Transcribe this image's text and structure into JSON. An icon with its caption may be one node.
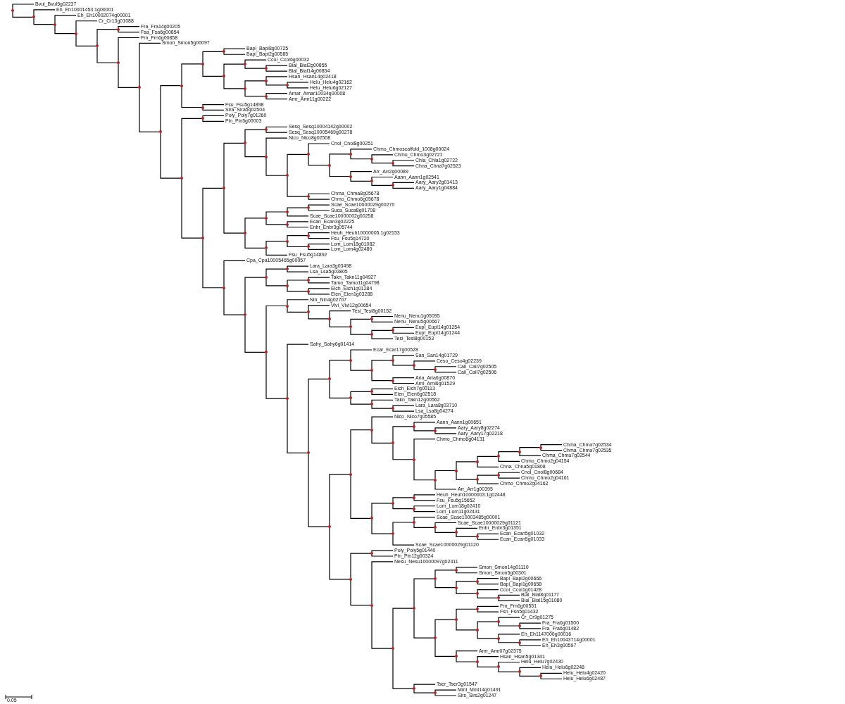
{
  "diagram": {
    "nodes": [
      {
        "text": [
          "Bvul_Bvul5g02237"
        ]
      },
      {
        "text": [
          "Eh_Eh10001453.1g00001"
        ]
      },
      {
        "text": [
          "Eh_Eh10002074g00001"
        ]
      },
      {
        "text": [
          "Cr_Cr13g01088"
        ]
      },
      {
        "text": [
          "Fra_Fra14g00205"
        ]
      },
      {
        "text": [
          "Fsa_Fsa6g00854"
        ]
      },
      {
        "text": [
          "Frn_Frn6g00858"
        ]
      },
      {
        "text": [
          "Smon_Smon5g00097"
        ]
      },
      {
        "text": [
          "Bapi_Bapi8g00725"
        ]
      },
      {
        "text": [
          "Bapi_Bapi2g00585"
        ]
      },
      {
        "text": [
          "Ccoi_Ccoi6g00032"
        ]
      },
      {
        "text": [
          "Bial_Bial2g00855"
        ]
      },
      {
        "text": [
          "Bial_Bial14g00854"
        ]
      },
      {
        "text": [
          "Hsan_Hsan14g02418"
        ]
      },
      {
        "text": [
          "Helu_Helu4g02162"
        ]
      },
      {
        "text": [
          "Helu_Helu6g02127"
        ]
      },
      {
        "text": [
          "Amar_Amar10034g00008"
        ]
      },
      {
        "text": [
          "Amr_Amr11g00222"
        ]
      },
      {
        "text": [
          "Fsu_Fsu5g14898"
        ]
      },
      {
        "text": [
          "Sira_Sira5g02504"
        ]
      },
      {
        "text": [
          "Poly_Poly7g01260"
        ]
      },
      {
        "text": [
          "Pin_Pin5g00003"
        ]
      },
      {
        "text": [
          "Sesq_Sesq10004142g00002"
        ]
      },
      {
        "text": [
          "Sesq_Sesq10005469g00278"
        ]
      },
      {
        "text": [
          "Nico_Nico8g02508"
        ]
      },
      {
        "text": [
          "Cnol_Cnol8g00251"
        ]
      },
      {
        "text": [
          "Chmo_Chmoscaffold_1008g00024"
        ]
      },
      {
        "text": [
          "Chmo_Chmo3g02721"
        ]
      },
      {
        "text": [
          "Chla_Chla1g02722"
        ]
      },
      {
        "text": [
          "Chna_Chna7g02523"
        ]
      },
      {
        "text": [
          "Arr_Arr2g00089"
        ]
      },
      {
        "text": [
          "Aann_Aann1g02541"
        ]
      },
      {
        "text": [
          "Aary_Aary2g01413"
        ]
      },
      {
        "text": [
          "Aary_Aary1g04884"
        ]
      },
      {
        "text": [
          "Chma_Chma8g05678"
        ]
      },
      {
        "text": [
          "Chmo_Chmo6g05678"
        ]
      },
      {
        "text": [
          "Scae_Scae10000029g00270"
        ]
      },
      {
        "text": [
          "Suca_Suca8g01708"
        ]
      },
      {
        "text": [
          "Scae_Scae10000002g00258"
        ]
      },
      {
        "text": [
          "Ecan_Ecan3g02225"
        ]
      },
      {
        "text": [
          "Enbr_Enbr3g05744"
        ]
      },
      {
        "text": [
          "Heuh_Heuh10000005.1g02153"
        ]
      },
      {
        "text": [
          "Fsu_Fsu5g14720"
        ]
      },
      {
        "text": [
          "Lom_Lom18g01082"
        ]
      },
      {
        "text": [
          "Lom_Lom4g02480"
        ]
      },
      {
        "text": [
          "Fsu_Fsu5g14892"
        ]
      },
      {
        "text": [
          "Cpa_Cpa10005465g00057"
        ]
      },
      {
        "text": [
          "Lara_Lara3g03498"
        ]
      },
      {
        "text": [
          "Lsa_Lsa5g03805"
        ]
      },
      {
        "text": [
          "Takn_Takn11g04927"
        ]
      },
      {
        "text": [
          "Tamo_Tamo11g04798"
        ]
      },
      {
        "text": [
          "Eich_Eich1g01284"
        ]
      },
      {
        "text": [
          "Eien_Eien1g03288"
        ]
      },
      {
        "text": [
          "Nin_Nin4g02707"
        ]
      },
      {
        "text": [
          "Vivi_Vivi12g00654"
        ]
      },
      {
        "text": [
          "Tesi_Tesi8g00152"
        ]
      },
      {
        "text": [
          "Nenu_Nenu1g05095"
        ]
      },
      {
        "text": [
          "Nenu_Nenu5g00667"
        ]
      },
      {
        "text": [
          "Eupl_Eupl14g01254"
        ]
      },
      {
        "text": [
          "Eupl_Eupl14g01244"
        ]
      },
      {
        "text": [
          "Tesi_Tesi8g00153"
        ]
      },
      {
        "text": [
          "Sahy_Sahy6g01414"
        ]
      },
      {
        "text": [
          "Ecar_Ecar17g00528"
        ]
      },
      {
        "text": [
          "San_San14g01729"
        ]
      },
      {
        "text": [
          "Ceso_Ceso4g02239"
        ]
      },
      {
        "text": [
          "Cali_Cali7g02505"
        ]
      },
      {
        "text": [
          "Cali_Cali7g02506"
        ]
      },
      {
        "text": [
          "Aria_Aria6g00870"
        ]
      },
      {
        "text": [
          "Arnl_Arnl6g01529"
        ]
      },
      {
        "text": [
          "Eich_Eich7g00113"
        ]
      },
      {
        "text": [
          "Eien_Eien6g02518"
        ]
      },
      {
        "text": [
          "Takn_Takn12g00562"
        ]
      },
      {
        "text": [
          "Lara_Lara8g03710"
        ]
      },
      {
        "text": [
          "Lsa_Lsa8g04274"
        ]
      },
      {
        "text": [
          "Nico_Nico7g05585"
        ]
      },
      {
        "text": [
          "Aann_Aann1g00651"
        ]
      },
      {
        "text": [
          "Aary_Aary8g02274"
        ]
      },
      {
        "text": [
          "Aary_Aary17g02218"
        ]
      },
      {
        "text": [
          "Chmo_Chmo6g04131"
        ]
      },
      {
        "text": [
          "Chma_Chma7g02534"
        ]
      },
      {
        "text": [
          "Chma_Chma7g02535"
        ]
      },
      {
        "text": [
          "Chma_Chma7g02544"
        ]
      },
      {
        "text": [
          "Chmo_Chmo2g04154"
        ]
      },
      {
        "text": [
          "Chna_Chna5g01808"
        ]
      },
      {
        "text": [
          "Cnol_Cnol8g00684"
        ]
      },
      {
        "text": [
          "Chmo_Chmo2g04161"
        ]
      },
      {
        "text": [
          "Chmo_Chmo2g04162"
        ]
      },
      {
        "text": [
          "Arr_Arr1g00395"
        ]
      },
      {
        "text": [
          "Heuh_Heuh10000003.1g02448"
        ]
      },
      {
        "text": [
          "Fsu_Fsu5g15652"
        ]
      },
      {
        "text": [
          "Lom_Lom18g02410"
        ]
      },
      {
        "text": [
          "Lom_Lom11g02431"
        ]
      },
      {
        "text": [
          "Scae_Scae10003485g00001"
        ]
      },
      {
        "text": [
          "Scae_Scae10000029g01121"
        ]
      },
      {
        "text": [
          "Enbr_Enbr3g01351"
        ]
      },
      {
        "text": [
          "Ecan_Ecan5g01032"
        ]
      },
      {
        "text": [
          "Ecan_Ecan5g01033"
        ]
      },
      {
        "text": [
          "Scae_Scae10000029g01120"
        ]
      },
      {
        "text": [
          "Poly_Poly5g01440"
        ]
      },
      {
        "text": [
          "Pin_Pin12g00324"
        ]
      },
      {
        "text": [
          "Nesu_Nesu10000097g02411"
        ]
      },
      {
        "text": [
          "Smon_Smon14g01110"
        ]
      },
      {
        "text": [
          "Smon_Smon5g00301"
        ]
      },
      {
        "text": [
          "Bapi_Bapi2g00666"
        ]
      },
      {
        "text": [
          "Bapi_Bapi1g00658"
        ]
      },
      {
        "text": [
          "Ccoi_Ccoi1g01428"
        ]
      },
      {
        "text": [
          "Bial_Bial8g01177"
        ]
      },
      {
        "text": [
          "Bial_Bial15g01080"
        ]
      },
      {
        "text": [
          "Frn_Frn6g00551"
        ]
      },
      {
        "text": [
          "Fsn_Fsn5g01432"
        ]
      },
      {
        "text": [
          "Cr_Cr9g01275"
        ]
      },
      {
        "text": [
          "Fra_Fra6g01500"
        ]
      },
      {
        "text": [
          "Fra_Fra6g01482"
        ]
      },
      {
        "text": [
          "Eh_Eh1147000g00016"
        ]
      },
      {
        "text": [
          "Eh_Eh10043714g00001"
        ]
      },
      {
        "text": [
          "Eh_Eh3g00597"
        ]
      },
      {
        "text": [
          "Amr_Amr07g02375"
        ]
      },
      {
        "text": [
          "Hsan_Hsan5g01341"
        ]
      },
      {
        "text": [
          "Helu_Helu7g02430"
        ]
      },
      {
        "text": [
          "Helu_Helu6g02248"
        ]
      },
      {
        "text": [
          "Helu_Helu4g02420"
        ]
      },
      {
        "text": [
          "Helu_Helu6g02487"
        ]
      },
      {
        "text": [
          "Tser_Tser3g01547"
        ]
      },
      {
        "text": [
          "Mmi_Mmi14g01491"
        ]
      },
      {
        "text": [
          "Sirs_Sirs2g01247"
        ]
      },
      {
        "text": [],
        "shape": "dot"
      },
      {
        "text": [],
        "shape": "dot"
      },
      {
        "text": [],
        "shape": "dot"
      },
      {
        "text": [],
        "shape": "dot"
      },
      {
        "text": [],
        "shape": "dot"
      },
      {
        "text": [],
        "shape": "dot"
      },
      {
        "text": [],
        "shape": "dot"
      },
      {
        "text": [],
        "shape": "dot"
      },
      {
        "text": [],
        "shape": "dot"
      },
      {
        "text": [],
        "shape": "dot"
      },
      {
        "text": [],
        "shape": "dot"
      },
      {
        "text": [],
        "shape": "dot"
      },
      {
        "text": [],
        "shape": "dot"
      },
      {
        "text": [],
        "shape": "dot"
      },
      {
        "text": [],
        "shape": "dot"
      },
      {
        "text": [],
        "shape": "dot"
      },
      {
        "text": [],
        "shape": "dot"
      },
      {
        "text": [],
        "shape": "dot"
      },
      {
        "text": [],
        "shape": "dot"
      },
      {
        "text": [],
        "shape": "dot"
      },
      {
        "text": [],
        "shape": "dot"
      },
      {
        "text": [],
        "shape": "dot"
      },
      {
        "text": [],
        "shape": "dot"
      },
      {
        "text": [],
        "shape": "dot"
      },
      {
        "text": [],
        "shape": "dot"
      },
      {
        "text": [],
        "shape": "dot"
      },
      {
        "text": [],
        "shape": "dot"
      },
      {
        "text": [],
        "shape": "dot"
      },
      {
        "text": [],
        "shape": "dot"
      },
      {
        "text": [],
        "shape": "dot"
      },
      {
        "text": [],
        "shape": "dot"
      },
      {
        "text": [],
        "shape": "dot"
      },
      {
        "text": [],
        "shape": "dot"
      },
      {
        "text": [],
        "shape": "dot"
      },
      {
        "text": [],
        "shape": "dot"
      },
      {
        "text": [],
        "shape": "dot"
      },
      {
        "text": [],
        "shape": "dot"
      },
      {
        "text": [],
        "shape": "dot"
      },
      {
        "text": [],
        "shape": "dot"
      },
      {
        "text": [],
        "shape": "dot"
      },
      {
        "text": [],
        "shape": "dot"
      },
      {
        "text": [],
        "shape": "dot"
      },
      {
        "text": [],
        "shape": "dot"
      },
      {
        "text": [],
        "shape": "dot"
      },
      {
        "text": [],
        "shape": "dot"
      },
      {
        "text": [],
        "shape": "dot"
      },
      {
        "text": [],
        "shape": "dot"
      },
      {
        "text": [],
        "shape": "dot"
      },
      {
        "text": [],
        "shape": "dot"
      },
      {
        "text": [],
        "shape": "dot"
      },
      {
        "text": [],
        "shape": "dot"
      },
      {
        "text": [],
        "shape": "dot"
      },
      {
        "text": [],
        "shape": "dot"
      },
      {
        "text": [],
        "shape": "dot"
      },
      {
        "text": [],
        "shape": "dot"
      },
      {
        "text": [],
        "shape": "dot"
      },
      {
        "text": [],
        "shape": "dot"
      },
      {
        "text": [],
        "shape": "dot"
      },
      {
        "text": [],
        "shape": "dot"
      },
      {
        "text": [],
        "shape": "dot"
      },
      {
        "text": [],
        "shape": "dot"
      },
      {
        "text": [],
        "shape": "dot"
      },
      {
        "text": [],
        "shape": "dot"
      },
      {
        "text": [],
        "shape": "dot"
      },
      {
        "text": [],
        "shape": "dot"
      },
      {
        "text": [],
        "shape": "dot"
      },
      {
        "text": [],
        "shape": "dot"
      },
      {
        "text": [],
        "shape": "dot"
      },
      {
        "text": [],
        "shape": "dot"
      },
      {
        "text": [],
        "shape": "dot"
      },
      {
        "text": [],
        "shape": "dot"
      },
      {
        "text": [],
        "shape": "dot"
      },
      {
        "text": [],
        "shape": "dot"
      },
      {
        "text": [],
        "shape": "dot"
      },
      {
        "text": [],
        "shape": "dot"
      },
      {
        "text": [],
        "shape": "dot"
      },
      {
        "text": [],
        "shape": "dot"
      },
      {
        "text": [],
        "shape": "dot"
      },
      {
        "text": [],
        "shape": "dot"
      },
      {
        "text": [],
        "shape": "dot"
      },
      {
        "text": [],
        "shape": "dot"
      },
      {
        "text": [],
        "shape": "dot"
      },
      {
        "text": [],
        "shape": "dot"
      },
      {
        "text": [],
        "shape": "dot"
      },
      {
        "text": [],
        "shape": "dot"
      },
      {
        "text": [],
        "shape": "dot"
      },
      {
        "text": [],
        "shape": "dot"
      },
      {
        "text": [],
        "shape": "dot"
      },
      {
        "text": [],
        "shape": "dot"
      },
      {
        "text": [],
        "shape": "dot"
      },
      {
        "text": [],
        "shape": "dot"
      },
      {
        "text": [],
        "shape": "dot"
      },
      {
        "text": [],
        "shape": "dot"
      },
      {
        "text": [],
        "shape": "dot"
      },
      {
        "text": [],
        "shape": "dot"
      },
      {
        "text": [],
        "shape": "dot"
      },
      {
        "text": [],
        "shape": "dot"
      },
      {
        "text": [],
        "shape": "dot"
      },
      {
        "text": [],
        "shape": "dot"
      },
      {
        "text": [],
        "shape": "dot"
      },
      {
        "text": [],
        "shape": "dot"
      },
      {
        "text": [],
        "shape": "dot"
      },
      {
        "text": [],
        "shape": "dot"
      },
      {
        "text": [],
        "shape": "dot"
      },
      {
        "text": [],
        "shape": "dot"
      },
      {
        "text": [],
        "shape": "dot"
      },
      {
        "text": [],
        "shape": "dot"
      },
      {
        "text": [],
        "shape": "dot"
      },
      {
        "text": [],
        "shape": "dot"
      },
      {
        "text": [],
        "shape": "dot"
      },
      {
        "text": [],
        "shape": "dot"
      },
      {
        "text": [],
        "shape": "dot"
      },
      {
        "text": [],
        "shape": "dot"
      },
      {
        "text": [],
        "shape": "dot"
      },
      {
        "text": [],
        "shape": "dot"
      },
      {
        "text": [],
        "shape": "dot"
      },
      {
        "text": [],
        "shape": "dot"
      },
      {
        "text": [],
        "shape": "dot"
      },
      {
        "text": [],
        "shape": "dot"
      },
      {
        "text": [],
        "shape": "dot"
      },
      {
        "text": [],
        "shape": "dot"
      },
      {
        "text": [],
        "shape": "dot"
      },
      {
        "text": [],
        "shape": "dot"
      },
      {
        "text": [],
        "shape": "dot"
      }
    ],
    "edges": [
      {
        "from": 125,
        "to": 0,
        "arrow": "none"
      },
      {
        "from": 125,
        "to": 126,
        "arrow": "none"
      },
      {
        "from": 126,
        "to": 1,
        "arrow": "none"
      },
      {
        "from": 126,
        "to": 127,
        "arrow": "none"
      },
      {
        "from": 127,
        "to": 2,
        "arrow": "none"
      },
      {
        "from": 127,
        "to": 128,
        "arrow": "none"
      },
      {
        "from": 128,
        "to": 3,
        "arrow": "none"
      },
      {
        "from": 128,
        "to": 129,
        "arrow": "none"
      },
      {
        "from": 129,
        "to": 130,
        "arrow": "none"
      },
      {
        "from": 129,
        "to": 131,
        "arrow": "none"
      },
      {
        "from": 130,
        "to": 4,
        "arrow": "none"
      },
      {
        "from": 130,
        "to": 5,
        "arrow": "none"
      },
      {
        "from": 131,
        "to": 6,
        "arrow": "none"
      },
      {
        "from": 131,
        "to": 132,
        "arrow": "none"
      },
      {
        "from": 132,
        "to": 7,
        "arrow": "none"
      },
      {
        "from": 132,
        "to": 133,
        "arrow": "none"
      },
      {
        "from": 133,
        "to": 134,
        "arrow": "none"
      },
      {
        "from": 133,
        "to": 145,
        "arrow": "none"
      },
      {
        "from": 134,
        "to": 135,
        "arrow": "none"
      },
      {
        "from": 134,
        "to": 144,
        "arrow": "none"
      },
      {
        "from": 135,
        "to": 136,
        "arrow": "none"
      },
      {
        "from": 135,
        "to": 137,
        "arrow": "none"
      },
      {
        "from": 136,
        "to": 8,
        "arrow": "none"
      },
      {
        "from": 136,
        "to": 9,
        "arrow": "none"
      },
      {
        "from": 137,
        "to": 138,
        "arrow": "none"
      },
      {
        "from": 137,
        "to": 140,
        "arrow": "none"
      },
      {
        "from": 138,
        "to": 10,
        "arrow": "none"
      },
      {
        "from": 138,
        "to": 139,
        "arrow": "none"
      },
      {
        "from": 139,
        "to": 11,
        "arrow": "none"
      },
      {
        "from": 139,
        "to": 12,
        "arrow": "none"
      },
      {
        "from": 140,
        "to": 141,
        "arrow": "none"
      },
      {
        "from": 140,
        "to": 143,
        "arrow": "none"
      },
      {
        "from": 141,
        "to": 13,
        "arrow": "none"
      },
      {
        "from": 141,
        "to": 142,
        "arrow": "none"
      },
      {
        "from": 142,
        "to": 14,
        "arrow": "none"
      },
      {
        "from": 142,
        "to": 15,
        "arrow": "none"
      },
      {
        "from": 143,
        "to": 16,
        "arrow": "none"
      },
      {
        "from": 143,
        "to": 17,
        "arrow": "none"
      },
      {
        "from": 144,
        "to": 18,
        "arrow": "none"
      },
      {
        "from": 144,
        "to": 19,
        "arrow": "none"
      },
      {
        "from": 145,
        "to": 146,
        "arrow": "none"
      },
      {
        "from": 145,
        "to": 147,
        "arrow": "none"
      },
      {
        "from": 146,
        "to": 20,
        "arrow": "none"
      },
      {
        "from": 146,
        "to": 21,
        "arrow": "none"
      },
      {
        "from": 147,
        "to": 148,
        "arrow": "none"
      },
      {
        "from": 147,
        "to": 171,
        "arrow": "none"
      },
      {
        "from": 148,
        "to": 149,
        "arrow": "none"
      },
      {
        "from": 148,
        "to": 162,
        "arrow": "none"
      },
      {
        "from": 149,
        "to": 150,
        "arrow": "none"
      },
      {
        "from": 149,
        "to": 151,
        "arrow": "none"
      },
      {
        "from": 150,
        "to": 22,
        "arrow": "none"
      },
      {
        "from": 150,
        "to": 23,
        "arrow": "none"
      },
      {
        "from": 151,
        "to": 24,
        "arrow": "none"
      },
      {
        "from": 151,
        "to": 152,
        "arrow": "none"
      },
      {
        "from": 152,
        "to": 153,
        "arrow": "none"
      },
      {
        "from": 152,
        "to": 161,
        "arrow": "none"
      },
      {
        "from": 153,
        "to": 25,
        "arrow": "none"
      },
      {
        "from": 153,
        "to": 154,
        "arrow": "none"
      },
      {
        "from": 154,
        "to": 155,
        "arrow": "none"
      },
      {
        "from": 154,
        "to": 158,
        "arrow": "none"
      },
      {
        "from": 155,
        "to": 26,
        "arrow": "none"
      },
      {
        "from": 155,
        "to": 156,
        "arrow": "none"
      },
      {
        "from": 156,
        "to": 27,
        "arrow": "none"
      },
      {
        "from": 156,
        "to": 157,
        "arrow": "none"
      },
      {
        "from": 157,
        "to": 28,
        "arrow": "none"
      },
      {
        "from": 157,
        "to": 29,
        "arrow": "none"
      },
      {
        "from": 158,
        "to": 30,
        "arrow": "none"
      },
      {
        "from": 158,
        "to": 159,
        "arrow": "none"
      },
      {
        "from": 159,
        "to": 31,
        "arrow": "none"
      },
      {
        "from": 159,
        "to": 160,
        "arrow": "none"
      },
      {
        "from": 160,
        "to": 32,
        "arrow": "none"
      },
      {
        "from": 160,
        "to": 33,
        "arrow": "none"
      },
      {
        "from": 161,
        "to": 34,
        "arrow": "none"
      },
      {
        "from": 161,
        "to": 35,
        "arrow": "none"
      },
      {
        "from": 162,
        "to": 163,
        "arrow": "none"
      },
      {
        "from": 162,
        "to": 167,
        "arrow": "none"
      },
      {
        "from": 163,
        "to": 164,
        "arrow": "none"
      },
      {
        "from": 163,
        "to": 166,
        "arrow": "none"
      },
      {
        "from": 164,
        "to": 165,
        "arrow": "none"
      },
      {
        "from": 164,
        "to": 38,
        "arrow": "none"
      },
      {
        "from": 165,
        "to": 36,
        "arrow": "none"
      },
      {
        "from": 165,
        "to": 37,
        "arrow": "none"
      },
      {
        "from": 166,
        "to": 39,
        "arrow": "none"
      },
      {
        "from": 166,
        "to": 40,
        "arrow": "none"
      },
      {
        "from": 167,
        "to": 168,
        "arrow": "none"
      },
      {
        "from": 167,
        "to": 45,
        "arrow": "none"
      },
      {
        "from": 168,
        "to": 169,
        "arrow": "none"
      },
      {
        "from": 168,
        "to": 170,
        "arrow": "none"
      },
      {
        "from": 169,
        "to": 41,
        "arrow": "none"
      },
      {
        "from": 169,
        "to": 42,
        "arrow": "none"
      },
      {
        "from": 170,
        "to": 43,
        "arrow": "none"
      },
      {
        "from": 170,
        "to": 44,
        "arrow": "none"
      },
      {
        "from": 171,
        "to": 46,
        "arrow": "none"
      },
      {
        "from": 171,
        "to": 172,
        "arrow": "none"
      },
      {
        "from": 172,
        "to": 173,
        "arrow": "none"
      },
      {
        "from": 172,
        "to": 178,
        "arrow": "none"
      },
      {
        "from": 173,
        "to": 174,
        "arrow": "none"
      },
      {
        "from": 173,
        "to": 175,
        "arrow": "none"
      },
      {
        "from": 174,
        "to": 47,
        "arrow": "none"
      },
      {
        "from": 174,
        "to": 48,
        "arrow": "none"
      },
      {
        "from": 175,
        "to": 176,
        "arrow": "none"
      },
      {
        "from": 175,
        "to": 177,
        "arrow": "none"
      },
      {
        "from": 176,
        "to": 49,
        "arrow": "none"
      },
      {
        "from": 176,
        "to": 50,
        "arrow": "none"
      },
      {
        "from": 177,
        "to": 51,
        "arrow": "none"
      },
      {
        "from": 177,
        "to": 52,
        "arrow": "none"
      },
      {
        "from": 178,
        "to": 179,
        "arrow": "none"
      },
      {
        "from": 178,
        "to": 186,
        "arrow": "none"
      },
      {
        "from": 179,
        "to": 53,
        "arrow": "none"
      },
      {
        "from": 179,
        "to": 180,
        "arrow": "none"
      },
      {
        "from": 180,
        "to": 54,
        "arrow": "none"
      },
      {
        "from": 180,
        "to": 181,
        "arrow": "none"
      },
      {
        "from": 181,
        "to": 55,
        "arrow": "none"
      },
      {
        "from": 181,
        "to": 182,
        "arrow": "none"
      },
      {
        "from": 182,
        "to": 183,
        "arrow": "none"
      },
      {
        "from": 182,
        "to": 184,
        "arrow": "none"
      },
      {
        "from": 183,
        "to": 56,
        "arrow": "none"
      },
      {
        "from": 183,
        "to": 57,
        "arrow": "none"
      },
      {
        "from": 184,
        "to": 185,
        "arrow": "none"
      },
      {
        "from": 184,
        "to": 60,
        "arrow": "none"
      },
      {
        "from": 185,
        "to": 58,
        "arrow": "none"
      },
      {
        "from": 185,
        "to": 59,
        "arrow": "none"
      },
      {
        "from": 186,
        "to": 61,
        "arrow": "none"
      },
      {
        "from": 186,
        "to": 187,
        "arrow": "none"
      },
      {
        "from": 187,
        "to": 188,
        "arrow": "none"
      },
      {
        "from": 187,
        "to": 199,
        "arrow": "none"
      },
      {
        "from": 188,
        "to": 189,
        "arrow": "none"
      },
      {
        "from": 188,
        "to": 195,
        "arrow": "none"
      },
      {
        "from": 189,
        "to": 62,
        "arrow": "none"
      },
      {
        "from": 189,
        "to": 190,
        "arrow": "none"
      },
      {
        "from": 190,
        "to": 191,
        "arrow": "none"
      },
      {
        "from": 190,
        "to": 194,
        "arrow": "none"
      },
      {
        "from": 191,
        "to": 63,
        "arrow": "none"
      },
      {
        "from": 191,
        "to": 192,
        "arrow": "none"
      },
      {
        "from": 192,
        "to": 64,
        "arrow": "none"
      },
      {
        "from": 192,
        "to": 193,
        "arrow": "none"
      },
      {
        "from": 193,
        "to": 65,
        "arrow": "none"
      },
      {
        "from": 193,
        "to": 66,
        "arrow": "none"
      },
      {
        "from": 194,
        "to": 67,
        "arrow": "none"
      },
      {
        "from": 194,
        "to": 68,
        "arrow": "none"
      },
      {
        "from": 195,
        "to": 196,
        "arrow": "none"
      },
      {
        "from": 195,
        "to": 197,
        "arrow": "none"
      },
      {
        "from": 196,
        "to": 69,
        "arrow": "none"
      },
      {
        "from": 196,
        "to": 70,
        "arrow": "none"
      },
      {
        "from": 197,
        "to": 71,
        "arrow": "none"
      },
      {
        "from": 197,
        "to": 198,
        "arrow": "none"
      },
      {
        "from": 198,
        "to": 72,
        "arrow": "none"
      },
      {
        "from": 198,
        "to": 73,
        "arrow": "none"
      },
      {
        "from": 199,
        "to": 200,
        "arrow": "none"
      },
      {
        "from": 199,
        "to": 223,
        "arrow": "none"
      },
      {
        "from": 200,
        "to": 201,
        "arrow": "none"
      },
      {
        "from": 200,
        "to": 214,
        "arrow": "none"
      },
      {
        "from": 201,
        "to": 74,
        "arrow": "none"
      },
      {
        "from": 201,
        "to": 202,
        "arrow": "none"
      },
      {
        "from": 202,
        "to": 203,
        "arrow": "none"
      },
      {
        "from": 202,
        "to": 205,
        "arrow": "none"
      },
      {
        "from": 203,
        "to": 75,
        "arrow": "none"
      },
      {
        "from": 203,
        "to": 204,
        "arrow": "none"
      },
      {
        "from": 204,
        "to": 76,
        "arrow": "none"
      },
      {
        "from": 204,
        "to": 77,
        "arrow": "none"
      },
      {
        "from": 205,
        "to": 78,
        "arrow": "none"
      },
      {
        "from": 205,
        "to": 206,
        "arrow": "none"
      },
      {
        "from": 206,
        "to": 207,
        "arrow": "none"
      },
      {
        "from": 206,
        "to": 87,
        "arrow": "none"
      },
      {
        "from": 207,
        "to": 208,
        "arrow": "none"
      },
      {
        "from": 207,
        "to": 212,
        "arrow": "none"
      },
      {
        "from": 208,
        "to": 209,
        "arrow": "none"
      },
      {
        "from": 208,
        "to": 83,
        "arrow": "none"
      },
      {
        "from": 209,
        "to": 210,
        "arrow": "none"
      },
      {
        "from": 209,
        "to": 82,
        "arrow": "none"
      },
      {
        "from": 210,
        "to": 211,
        "arrow": "none"
      },
      {
        "from": 210,
        "to": 81,
        "arrow": "none"
      },
      {
        "from": 211,
        "to": 79,
        "arrow": "none"
      },
      {
        "from": 211,
        "to": 80,
        "arrow": "none"
      },
      {
        "from": 212,
        "to": 213,
        "arrow": "none"
      },
      {
        "from": 212,
        "to": 86,
        "arrow": "none"
      },
      {
        "from": 213,
        "to": 84,
        "arrow": "none"
      },
      {
        "from": 213,
        "to": 85,
        "arrow": "none"
      },
      {
        "from": 214,
        "to": 215,
        "arrow": "none"
      },
      {
        "from": 214,
        "to": 218,
        "arrow": "none"
      },
      {
        "from": 215,
        "to": 216,
        "arrow": "none"
      },
      {
        "from": 215,
        "to": 217,
        "arrow": "none"
      },
      {
        "from": 216,
        "to": 88,
        "arrow": "none"
      },
      {
        "from": 216,
        "to": 89,
        "arrow": "none"
      },
      {
        "from": 217,
        "to": 90,
        "arrow": "none"
      },
      {
        "from": 217,
        "to": 91,
        "arrow": "none"
      },
      {
        "from": 218,
        "to": 219,
        "arrow": "none"
      },
      {
        "from": 218,
        "to": 97,
        "arrow": "none"
      },
      {
        "from": 219,
        "to": 92,
        "arrow": "none"
      },
      {
        "from": 219,
        "to": 220,
        "arrow": "none"
      },
      {
        "from": 220,
        "to": 93,
        "arrow": "none"
      },
      {
        "from": 220,
        "to": 221,
        "arrow": "none"
      },
      {
        "from": 221,
        "to": 94,
        "arrow": "none"
      },
      {
        "from": 221,
        "to": 222,
        "arrow": "none"
      },
      {
        "from": 222,
        "to": 95,
        "arrow": "none"
      },
      {
        "from": 222,
        "to": 96,
        "arrow": "none"
      },
      {
        "from": 223,
        "to": 224,
        "arrow": "none"
      },
      {
        "from": 223,
        "to": 225,
        "arrow": "none"
      },
      {
        "from": 224,
        "to": 98,
        "arrow": "none"
      },
      {
        "from": 224,
        "to": 99,
        "arrow": "none"
      },
      {
        "from": 225,
        "to": 100,
        "arrow": "none"
      },
      {
        "from": 225,
        "to": 226,
        "arrow": "none"
      },
      {
        "from": 226,
        "to": 227,
        "arrow": "none"
      },
      {
        "from": 226,
        "to": 247,
        "arrow": "none"
      },
      {
        "from": 227,
        "to": 228,
        "arrow": "none"
      },
      {
        "from": 227,
        "to": 234,
        "arrow": "none"
      },
      {
        "from": 228,
        "to": 229,
        "arrow": "none"
      },
      {
        "from": 228,
        "to": 230,
        "arrow": "none"
      },
      {
        "from": 229,
        "to": 101,
        "arrow": "none"
      },
      {
        "from": 229,
        "to": 102,
        "arrow": "none"
      },
      {
        "from": 230,
        "to": 231,
        "arrow": "none"
      },
      {
        "from": 230,
        "to": 232,
        "arrow": "none"
      },
      {
        "from": 231,
        "to": 103,
        "arrow": "none"
      },
      {
        "from": 231,
        "to": 104,
        "arrow": "none"
      },
      {
        "from": 232,
        "to": 105,
        "arrow": "none"
      },
      {
        "from": 232,
        "to": 233,
        "arrow": "none"
      },
      {
        "from": 233,
        "to": 106,
        "arrow": "none"
      },
      {
        "from": 233,
        "to": 107,
        "arrow": "none"
      },
      {
        "from": 234,
        "to": 235,
        "arrow": "none"
      },
      {
        "from": 234,
        "to": 242,
        "arrow": "none"
      },
      {
        "from": 235,
        "to": 236,
        "arrow": "none"
      },
      {
        "from": 235,
        "to": 237,
        "arrow": "none"
      },
      {
        "from": 236,
        "to": 108,
        "arrow": "none"
      },
      {
        "from": 236,
        "to": 109,
        "arrow": "none"
      },
      {
        "from": 237,
        "to": 238,
        "arrow": "none"
      },
      {
        "from": 237,
        "to": 240,
        "arrow": "none"
      },
      {
        "from": 238,
        "to": 110,
        "arrow": "none"
      },
      {
        "from": 238,
        "to": 239,
        "arrow": "none"
      },
      {
        "from": 239,
        "to": 111,
        "arrow": "none"
      },
      {
        "from": 239,
        "to": 112,
        "arrow": "none"
      },
      {
        "from": 240,
        "to": 113,
        "arrow": "none"
      },
      {
        "from": 240,
        "to": 241,
        "arrow": "none"
      },
      {
        "from": 241,
        "to": 114,
        "arrow": "none"
      },
      {
        "from": 241,
        "to": 115,
        "arrow": "none"
      },
      {
        "from": 242,
        "to": 116,
        "arrow": "none"
      },
      {
        "from": 242,
        "to": 243,
        "arrow": "none"
      },
      {
        "from": 243,
        "to": 117,
        "arrow": "none"
      },
      {
        "from": 243,
        "to": 244,
        "arrow": "none"
      },
      {
        "from": 244,
        "to": 118,
        "arrow": "none"
      },
      {
        "from": 244,
        "to": 245,
        "arrow": "none"
      },
      {
        "from": 245,
        "to": 119,
        "arrow": "none"
      },
      {
        "from": 245,
        "to": 246,
        "arrow": "none"
      },
      {
        "from": 246,
        "to": 120,
        "arrow": "none"
      },
      {
        "from": 246,
        "to": 121,
        "arrow": "none"
      },
      {
        "from": 247,
        "to": 122,
        "arrow": "none"
      },
      {
        "from": 247,
        "to": 248,
        "arrow": "none"
      },
      {
        "from": 248,
        "to": 123,
        "arrow": "none"
      },
      {
        "from": 248,
        "to": 124,
        "arrow": "none"
      }
    ],
    "labels": [
      "0.05"
    ]
  }
}
